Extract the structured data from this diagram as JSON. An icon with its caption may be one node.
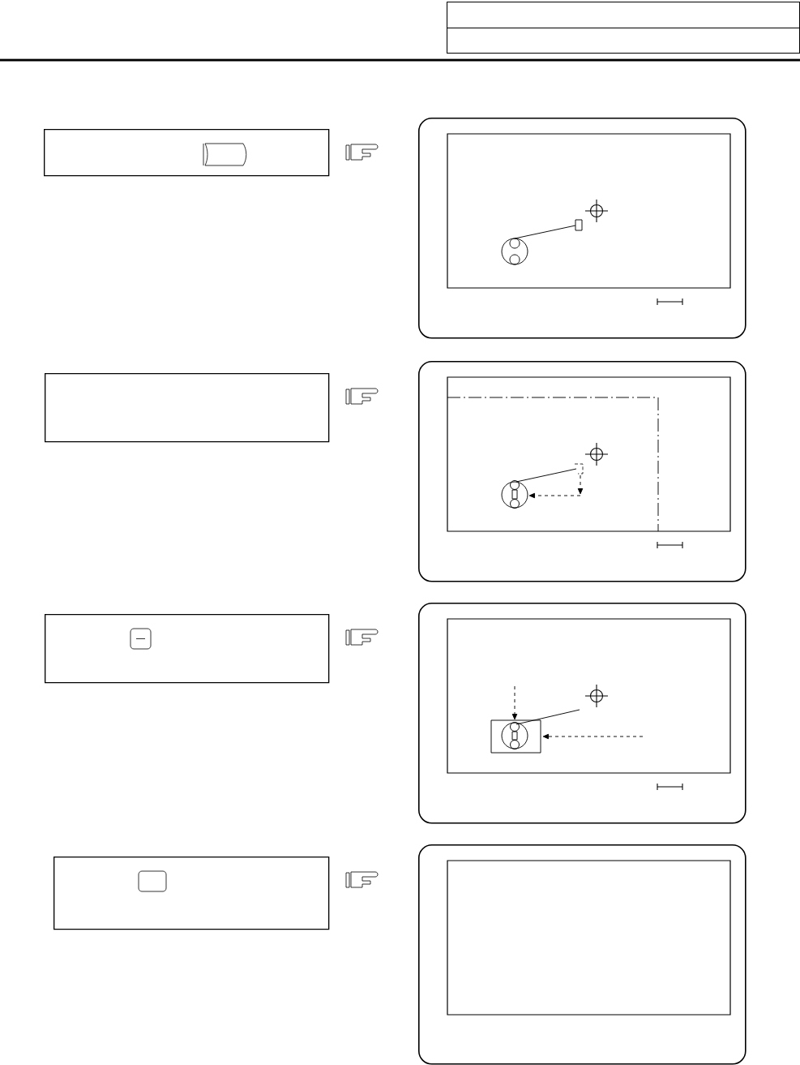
{
  "diagram": {
    "nodes": [
      {
        "text": [],
        "shape": "box"
      },
      {
        "text": [],
        "shape": "box"
      },
      {
        "text": [],
        "shape": "box"
      },
      {
        "text": [],
        "shape": "key",
        "in": 2
      },
      {
        "text": [],
        "shape": "screen"
      },
      {
        "text": [],
        "shape": "box"
      },
      {
        "text": [],
        "shape": "screen"
      },
      {
        "text": [],
        "shape": "box"
      },
      {
        "text": [],
        "shape": "key",
        "in": 7
      },
      {
        "text": [],
        "shape": "screen"
      },
      {
        "text": [],
        "shape": "box"
      },
      {
        "text": [],
        "shape": "key",
        "in": 10
      },
      {
        "text": [],
        "shape": "screen"
      }
    ]
  }
}
